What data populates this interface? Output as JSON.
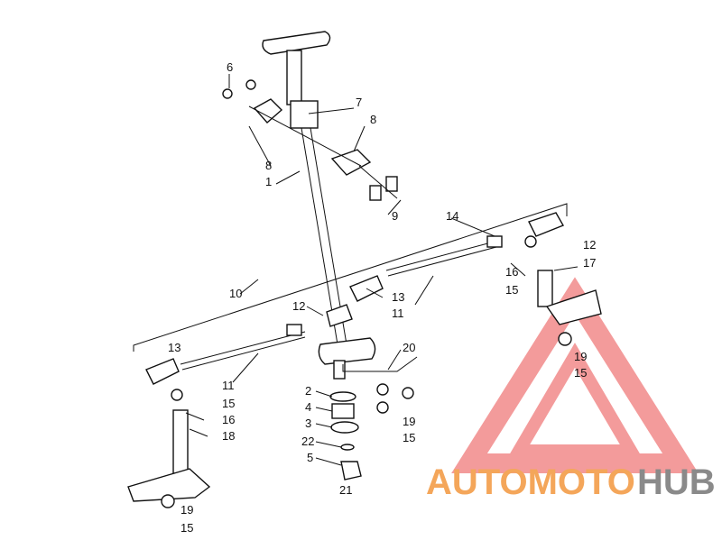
{
  "diagram": {
    "callouts": [
      {
        "id": "c6",
        "text": "6"
      },
      {
        "id": "c7",
        "text": "7"
      },
      {
        "id": "c8a",
        "text": "8"
      },
      {
        "id": "c8b",
        "text": "8"
      },
      {
        "id": "c1",
        "text": "1"
      },
      {
        "id": "c9",
        "text": "9"
      },
      {
        "id": "c14",
        "text": "14"
      },
      {
        "id": "c12a",
        "text": "12"
      },
      {
        "id": "c17",
        "text": "17"
      },
      {
        "id": "c16a",
        "text": "16"
      },
      {
        "id": "c15a",
        "text": "15"
      },
      {
        "id": "c10",
        "text": "10"
      },
      {
        "id": "c12b",
        "text": "12"
      },
      {
        "id": "c13a",
        "text": "13"
      },
      {
        "id": "c11a",
        "text": "11"
      },
      {
        "id": "c13b",
        "text": "13"
      },
      {
        "id": "c20",
        "text": "20"
      },
      {
        "id": "c19a",
        "text": "19"
      },
      {
        "id": "c15b",
        "text": "15"
      },
      {
        "id": "c11b",
        "text": "11"
      },
      {
        "id": "c2",
        "text": "2"
      },
      {
        "id": "c15c",
        "text": "15"
      },
      {
        "id": "c4",
        "text": "4"
      },
      {
        "id": "c16b",
        "text": "16"
      },
      {
        "id": "c3",
        "text": "3"
      },
      {
        "id": "c19b",
        "text": "19"
      },
      {
        "id": "c18",
        "text": "18"
      },
      {
        "id": "c15d",
        "text": "15"
      },
      {
        "id": "c22",
        "text": "22"
      },
      {
        "id": "c5",
        "text": "5"
      },
      {
        "id": "c21",
        "text": "21"
      },
      {
        "id": "c19c",
        "text": "19"
      },
      {
        "id": "c15e",
        "text": "15"
      }
    ]
  },
  "watermark": {
    "part1": "AUTOMOTO",
    "part2": "HUB",
    "color_primary": "#f28a8a",
    "color_text1": "#f4a65a",
    "color_text2": "#8a8a8a"
  }
}
